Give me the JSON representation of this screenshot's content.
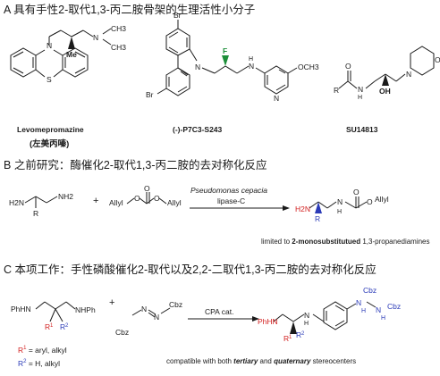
{
  "sections": {
    "a": {
      "letter": "A",
      "title": "具有手性2-取代1,3-丙二胺骨架的生理活性小分子",
      "molecules": [
        {
          "name": "Levomepromazine",
          "subname": "(左美丙嗪)"
        },
        {
          "name": "(-)-P7C3-S243",
          "subname": ""
        },
        {
          "name": "SU14813",
          "subname": ""
        }
      ],
      "atoms": {
        "n": "N",
        "s": "S",
        "me": "Me",
        "f": "F",
        "br": "Br",
        "h": "H",
        "och3": "OCH3",
        "o": "O",
        "r": "R",
        "oh": "OH",
        "ch3": "CH3"
      }
    },
    "b": {
      "letter": "B",
      "title": "之前研究：酶催化2-取代1,3-丙二胺的去对称化反应",
      "reagents": {
        "h2n": "H2N",
        "nh2": "NH2",
        "r": "R",
        "plus": "+",
        "allyl": "Allyl",
        "o": "O",
        "enzyme": "Pseudomonas cepacia",
        "enzyme2": "lipase-C"
      },
      "note_prefix": "limited to ",
      "note_bold": "2-monosubstitutued",
      "note_suffix": " 1,3-propanediamines"
    },
    "c": {
      "letter": "C",
      "title": "本项工作：手性磷酸催化2-取代以及2,2-二取代1,3-丙二胺的去对称化反应",
      "reagents": {
        "phhn": "PhHN",
        "nhph": "NHPh",
        "r1": "R",
        "r1sup": "1",
        "r2": "R",
        "r2sup": "2",
        "plus": "+",
        "cbz": "Cbz",
        "n": "N",
        "catalyst": "CPA cat."
      },
      "legend": [
        {
          "sym": "R",
          "sup": "1",
          "text": " = aryl, alkyl"
        },
        {
          "sym": "R",
          "sup": "2",
          "text": " = H, alkyl"
        }
      ],
      "product": {
        "phhn": "PhHN",
        "h": "H",
        "n": "N",
        "cbz": "Cbz"
      },
      "note_prefix": "compatible with both ",
      "note_bold1": "tertiary",
      "note_mid": " and ",
      "note_bold2": "quaternary",
      "note_suffix": " stereocenters"
    }
  },
  "colors": {
    "red": "#d21f1f",
    "blue": "#2b3bb8",
    "green": "#1d8f3a",
    "ink": "#1a1a1a"
  }
}
